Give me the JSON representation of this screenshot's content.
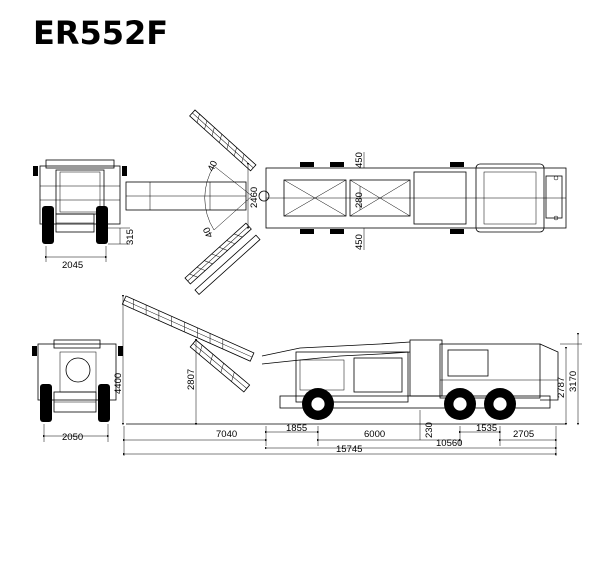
{
  "model": "ER552F",
  "front_view": {
    "width_dim": "2045",
    "ground_clearance_dim": "315"
  },
  "top_view": {
    "boom_angle_upper": "40",
    "boom_angle_lower": "40",
    "width_dim": "2460",
    "offset_top": "450",
    "offset_bottom": "450",
    "center_dim": "280"
  },
  "rear_view": {
    "width_dim": "2050",
    "reach_height_dim": "4400"
  },
  "side_view": {
    "boom_height_dim": "2807",
    "cab_height_dim": "3170",
    "canopy_height_dim": "2787",
    "front_reach_dim": "7040",
    "front_overhang_dim": "1855",
    "wheelbase_dim": "6000",
    "ground_clearance_dim": "230",
    "rear_axle_dim": "1535",
    "rear_overhang_dim": "2705",
    "body_length_dim": "10560",
    "total_length_dim": "15745"
  }
}
